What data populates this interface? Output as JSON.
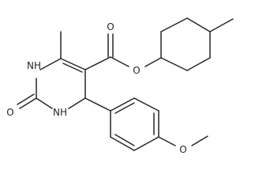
{
  "molecule": {
    "atom_labels": {
      "n1": "NH",
      "n3": "NH",
      "carbonyl_o_ring": "O",
      "ester_carbonyl_o": "O",
      "ester_o": "O",
      "methoxy_o": "O"
    }
  }
}
